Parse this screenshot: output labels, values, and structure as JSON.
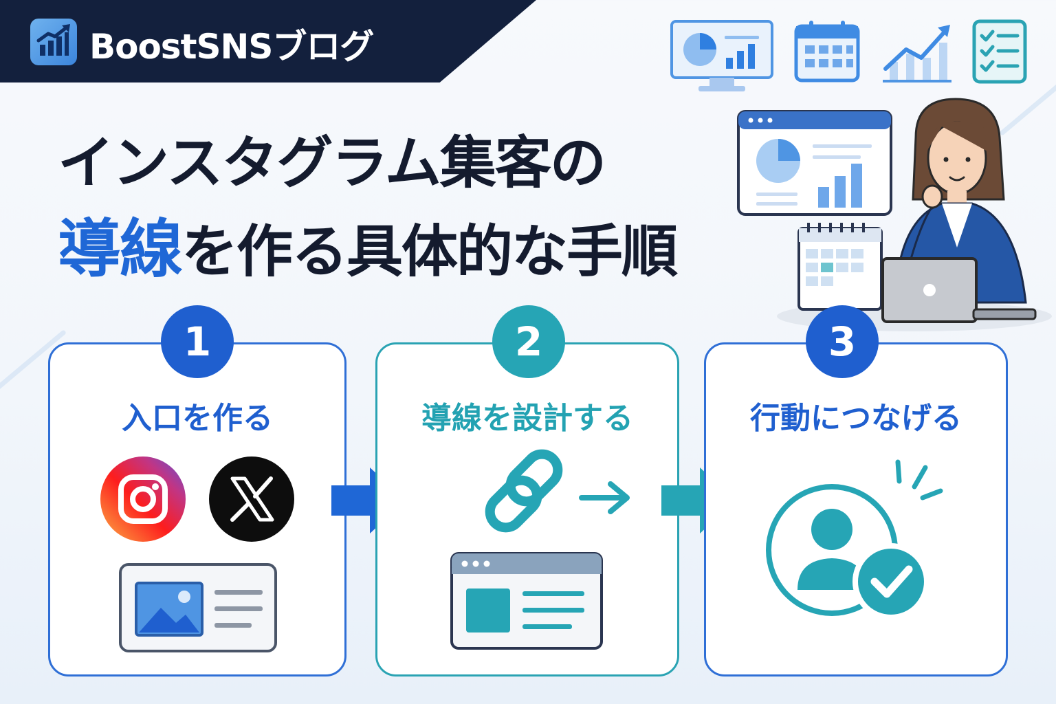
{
  "brand": {
    "name": "BoostSNSブログ"
  },
  "headline": {
    "line1": "インスタグラム集客の",
    "line2_highlight": "導線",
    "line2_rest": "を作る具体的な手順"
  },
  "steps": [
    {
      "number": "1",
      "title": "入口を作る"
    },
    {
      "number": "2",
      "title": "導線を設計する"
    },
    {
      "number": "3",
      "title": "行動につなげる"
    }
  ],
  "icons": {
    "header": [
      "dashboard-monitor-icon",
      "calendar-icon",
      "growth-chart-icon",
      "checklist-icon"
    ],
    "step1": [
      "instagram-icon",
      "x-icon",
      "profile-card-icon"
    ],
    "step2": [
      "link-chain-icon",
      "arrow-right-icon",
      "web-page-icon"
    ],
    "step3": [
      "user-icon",
      "check-icon"
    ]
  },
  "colors": {
    "navy": "#13203d",
    "blue": "#1f67d6",
    "teal": "#2aa3b3",
    "text": "#141b2e"
  }
}
